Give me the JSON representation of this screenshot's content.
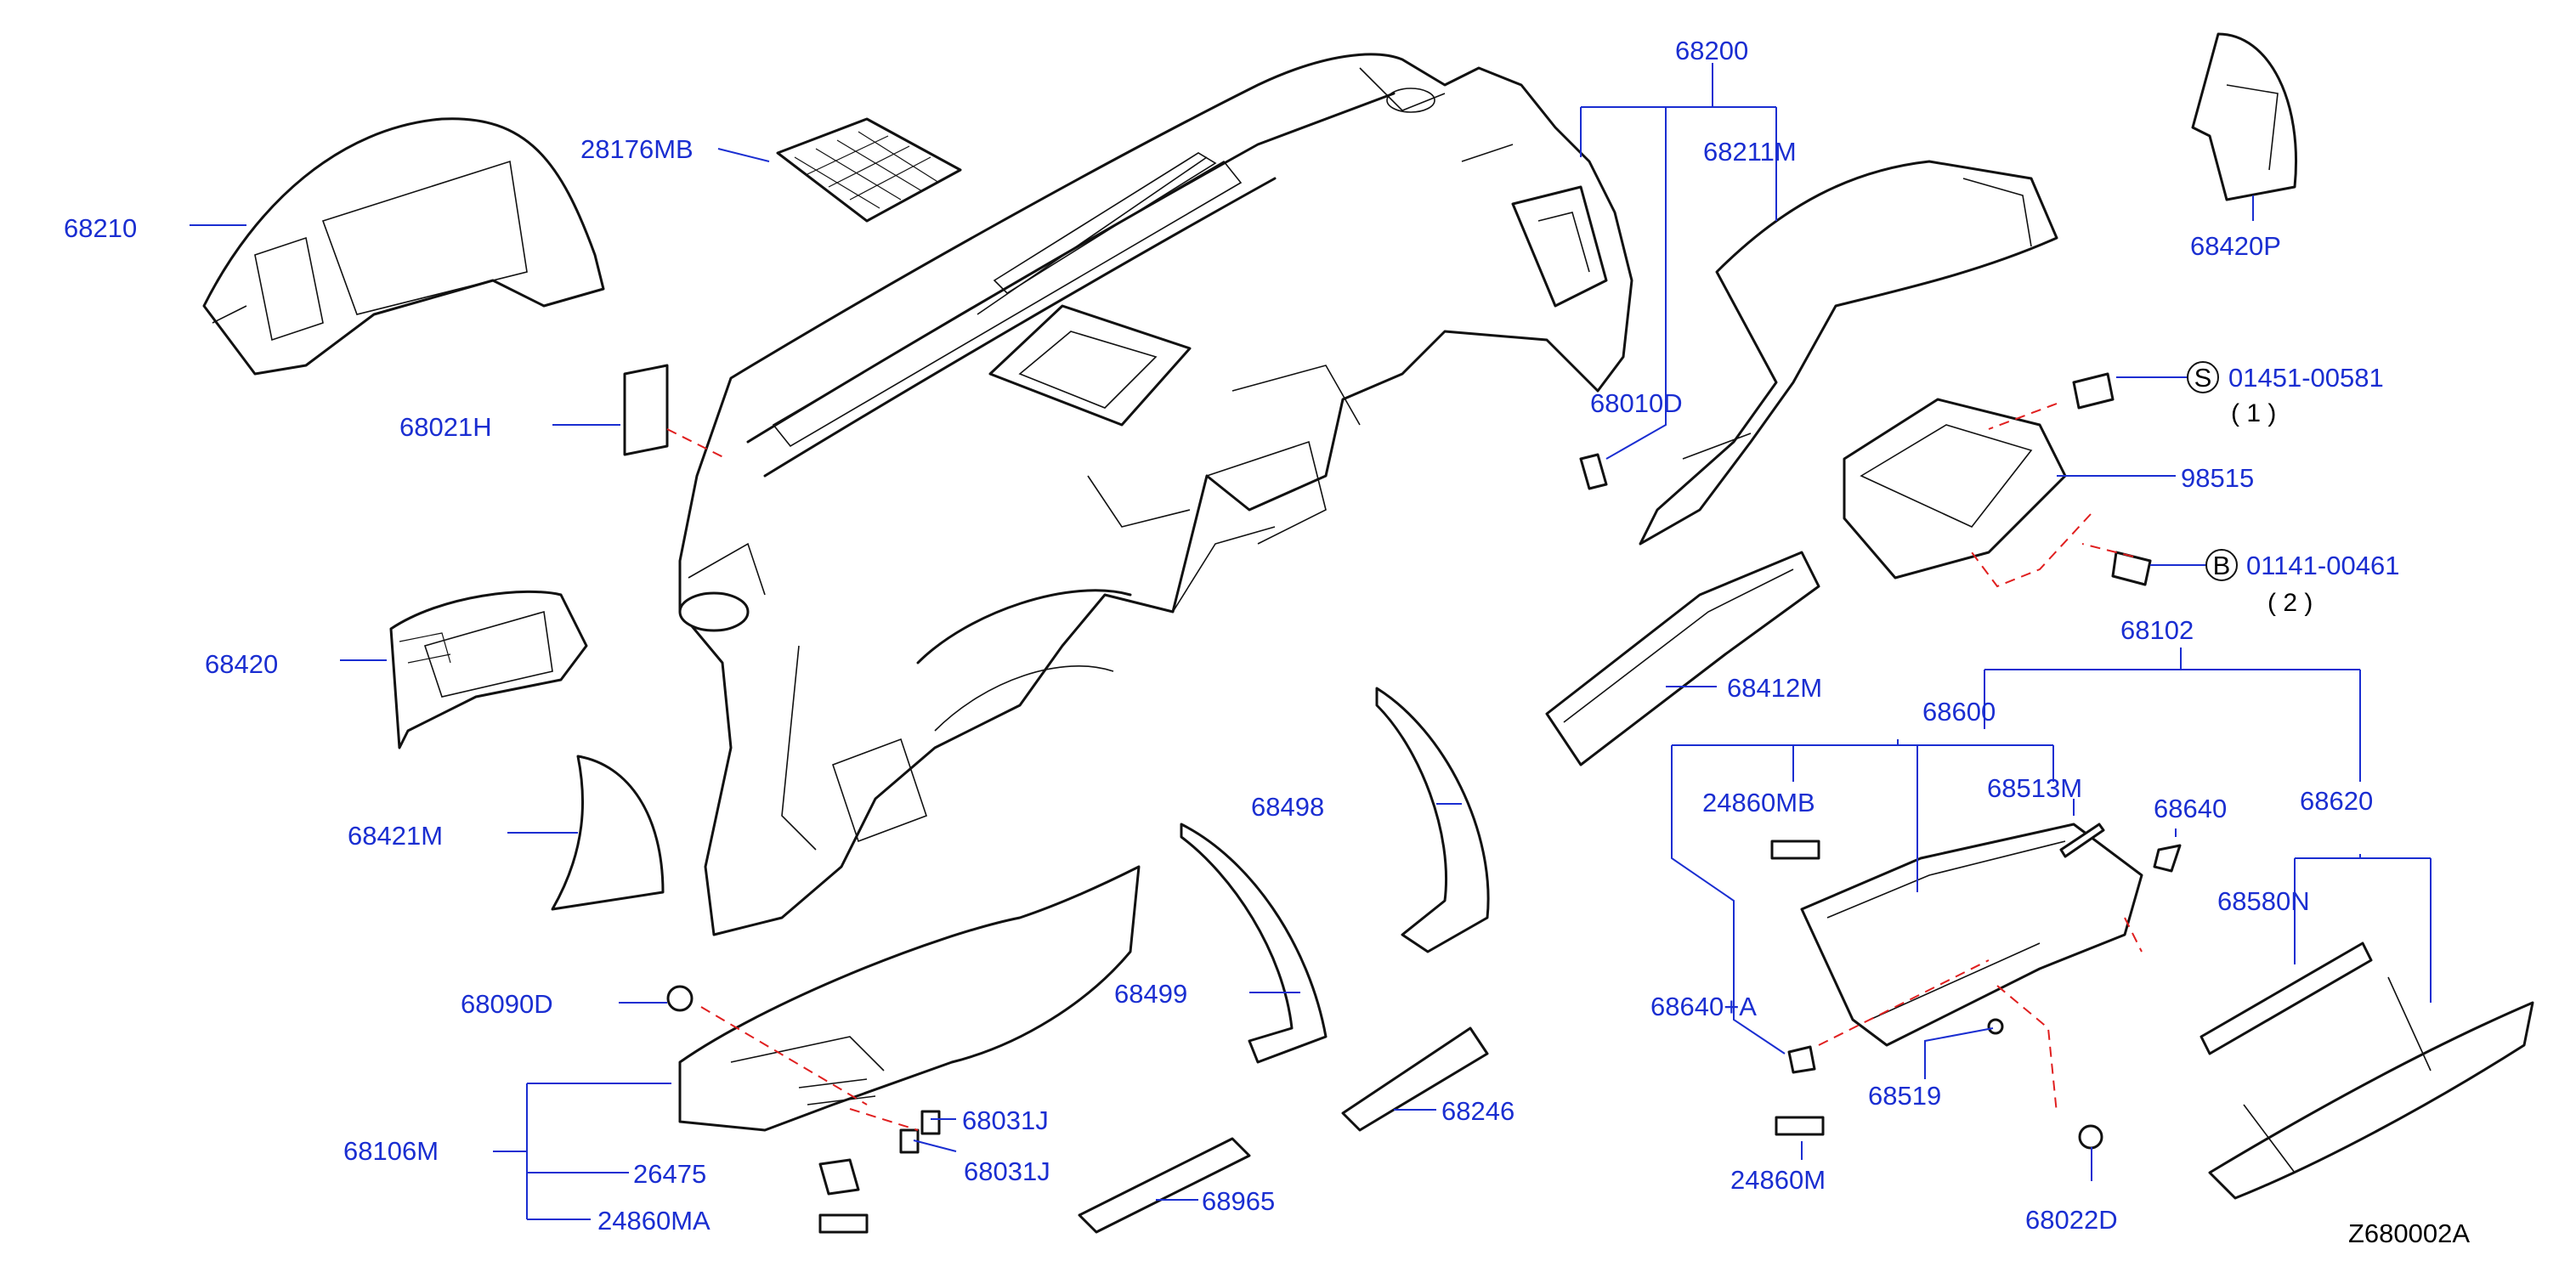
{
  "diagram_code": "Z680002A",
  "colors": {
    "callout": "#1a2ed1",
    "hidden_line": "#e01f1f",
    "linework": "#111111"
  },
  "callouts": {
    "p68200": "68200",
    "p68211M": "68211M",
    "p68010D": "68010D",
    "p28176MB": "28176MB",
    "p68210": "68210",
    "p68021H": "68021H",
    "p68420": "68420",
    "p68421M": "68421M",
    "p68420P": "68420P",
    "p01451": "01451-00581",
    "p01451_qty": "( 1 )",
    "p98515": "98515",
    "p01141": "01141-00461",
    "p01141_qty": "( 2 )",
    "p68102": "68102",
    "p68412M": "68412M",
    "p68600": "68600",
    "p68513M": "68513M",
    "p24860MB": "24860MB",
    "p68640": "68640",
    "p68620": "68620",
    "p68580N": "68580N",
    "p68640A": "68640+A",
    "p68519": "68519",
    "p24860M": "24860M",
    "p68022D": "68022D",
    "p68498": "68498",
    "p68499": "68499",
    "p68246": "68246",
    "p68965": "68965",
    "p68090D": "68090D",
    "p68031J_a": "68031J",
    "p68031J_b": "68031J",
    "p68106M": "68106M",
    "p26475": "26475",
    "p24860MA": "24860MA"
  },
  "symbols": {
    "screw_s": "S",
    "bolt_b": "B"
  }
}
